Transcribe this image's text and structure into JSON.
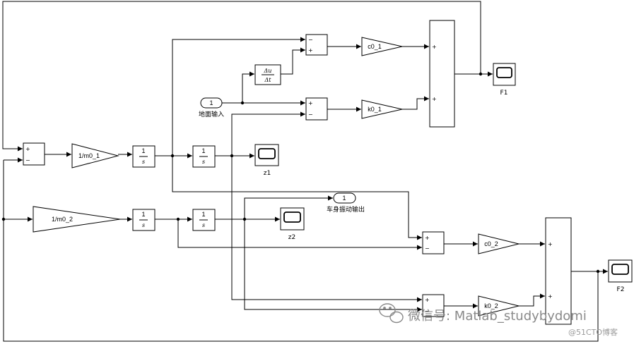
{
  "blocks": {
    "c0_1": "c0_1",
    "k0_1": "k0_1",
    "gain_m1": "1/m0_1",
    "gain_m2": "1/m0_2",
    "c0_2": "c0_2",
    "k0_2": "k0_2",
    "scope_F1": "F1",
    "scope_F2": "F2",
    "scope_z1": "z1",
    "scope_z2": "z2",
    "inport_num": "1",
    "inport_label": "地面输入",
    "outport_num": "1",
    "outport_label": "车身振动输出",
    "integrator_num": "1",
    "integrator_den": "s",
    "derivative_num": "Δu",
    "derivative_den": "Δt",
    "plus": "+",
    "minus": "−"
  },
  "watermark": {
    "text": "微信号: Matlab_studybydomi",
    "site": "@51CTO博客"
  }
}
